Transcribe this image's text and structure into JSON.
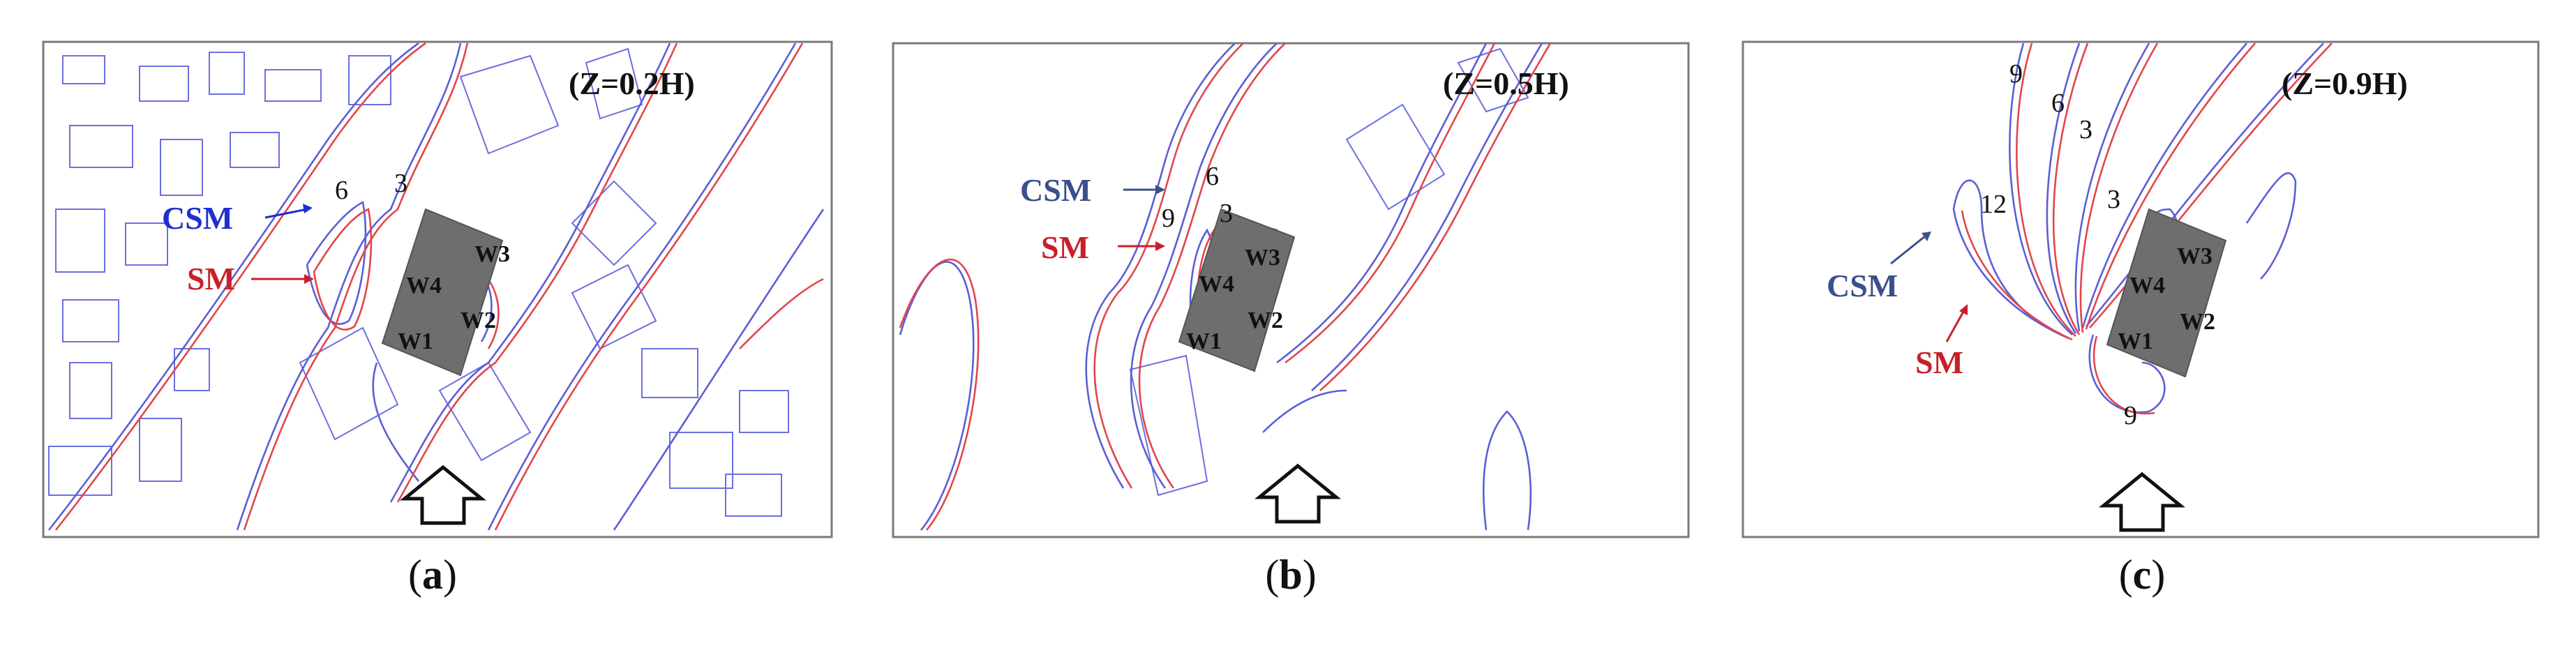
{
  "panels": [
    {
      "id": "a",
      "height_label": "(Z=0.2H)",
      "caption_letter": "a",
      "csm_label": "CSM",
      "sm_label": "SM",
      "contour_labels": [
        "6",
        "3"
      ],
      "wall_labels": [
        "W1",
        "W2",
        "W3",
        "W4"
      ]
    },
    {
      "id": "b",
      "height_label": "(Z=0.5H)",
      "caption_letter": "b",
      "csm_label": "CSM",
      "sm_label": "SM",
      "contour_labels": [
        "9",
        "6",
        "3"
      ],
      "wall_labels": [
        "W1",
        "W2",
        "W3",
        "W4"
      ]
    },
    {
      "id": "c",
      "height_label": "(Z=0.9H)",
      "caption_letter": "c",
      "csm_label": "CSM",
      "sm_label": "SM",
      "contour_labels": [
        "9",
        "6",
        "3",
        "12",
        "3",
        "9"
      ],
      "wall_labels": [
        "W1",
        "W2",
        "W3",
        "W4"
      ]
    }
  ],
  "colors": {
    "csm_line": "#5b5fd6",
    "sm_line": "#e0474c",
    "csm_text_a": "#1f2fd0",
    "csm_text_bc": "#3a4f8c",
    "sm_text": "#c8202a",
    "target_building": "#6e6e6e"
  },
  "icons": [
    "wind-direction-arrow-icon"
  ]
}
